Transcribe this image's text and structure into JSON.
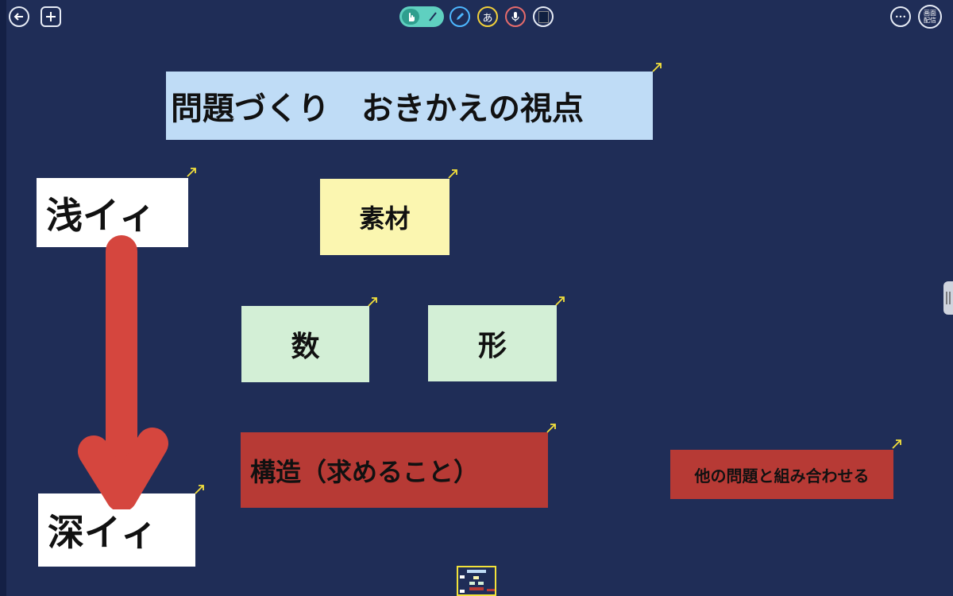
{
  "toolbar": {
    "back_icon": "arrow-left-icon",
    "add_icon": "plus-icon",
    "select_tool_icon": "hand-pointer-icon",
    "pen_tool_icon": "wand-icon",
    "marker_icon": "pen-icon",
    "text_label": "あ",
    "mic_icon": "mic-icon",
    "shape_icon": "square-icon",
    "more_label": "•••",
    "broadcast_label_1": "画面",
    "broadcast_label_2": "配信"
  },
  "cards": {
    "title": "問題づくり　おきかえの視点",
    "shallow": "浅イィ",
    "deep": "深イィ",
    "material": "素材",
    "number": "数",
    "shape": "形",
    "structure": "構造（求めること）",
    "combine": "他の問題と組み合わせる"
  },
  "colors": {
    "background": "#1f2d57",
    "title_bg": "#bfdcf6",
    "material_bg": "#fbf6b0",
    "green_bg": "#d3efd6",
    "red_bg": "#b73a35",
    "arrow_red": "#d5463e",
    "corner_arrow": "#f3e03c"
  }
}
